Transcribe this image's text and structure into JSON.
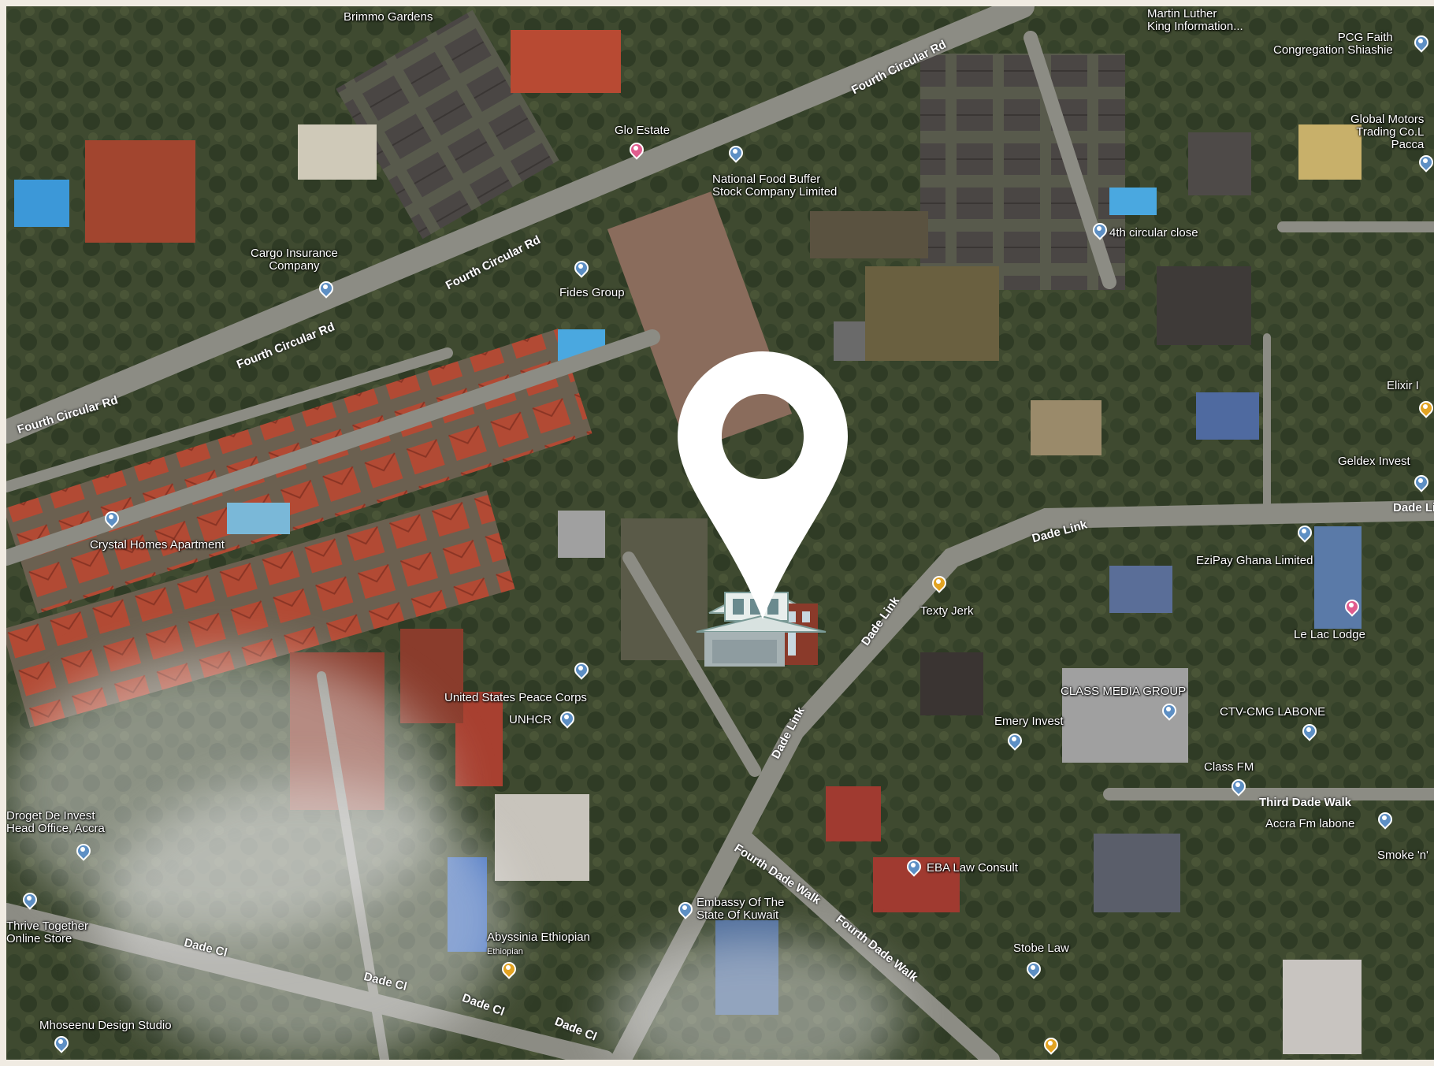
{
  "map": {
    "type": "satellite",
    "marker_icon": "map-pin-icon",
    "property_icon": "house-icon"
  },
  "roads": [
    {
      "id": "fourth-circular-1",
      "label": "Fourth Circular Rd"
    },
    {
      "id": "fourth-circular-2",
      "label": "Fourth Circular Rd"
    },
    {
      "id": "fourth-circular-3",
      "label": "Fourth Circular Rd"
    },
    {
      "id": "fourth-circular-4",
      "label": "Fourth Circular Rd"
    },
    {
      "id": "dade-link-1",
      "label": "Dade Link"
    },
    {
      "id": "dade-link-2",
      "label": "Dade Link"
    },
    {
      "id": "dade-link-3",
      "label": "Dade Link"
    },
    {
      "id": "dade-link-4",
      "label": "Dade Li"
    },
    {
      "id": "dade-cl-1",
      "label": "Dade Cl"
    },
    {
      "id": "dade-cl-2",
      "label": "Dade Cl"
    },
    {
      "id": "dade-cl-3",
      "label": "Dade Cl"
    },
    {
      "id": "dade-cl-4",
      "label": "Dade Cl"
    },
    {
      "id": "fourth-dade-walk-1",
      "label": "Fourth Dade Walk"
    },
    {
      "id": "fourth-dade-walk-2",
      "label": "Fourth Dade Walk"
    },
    {
      "id": "third-dade-walk",
      "label": "Third Dade Walk"
    }
  ],
  "places": [
    {
      "id": "brimmo",
      "label": "Brimmo Gardens",
      "pin": ""
    },
    {
      "id": "martin-luther",
      "label": "Martin Luther\nKing Information...",
      "pin": ""
    },
    {
      "id": "pcg-faith",
      "label": "PCG Faith\nCongregation Shiashie",
      "pin": "blue"
    },
    {
      "id": "global-motors",
      "label": "Global Motors\nTrading Co.L\nPacca",
      "pin": "blue"
    },
    {
      "id": "glo-estate",
      "label": "Glo Estate",
      "pin": "pink"
    },
    {
      "id": "national-food",
      "label": "National Food Buffer\nStock Company Limited",
      "pin": "blue"
    },
    {
      "id": "cargo-insurance",
      "label": "Cargo Insurance\nCompany",
      "pin": "blue"
    },
    {
      "id": "fides-group",
      "label": "Fides Group",
      "pin": "blue"
    },
    {
      "id": "4th-circular-close",
      "label": "4th circular close",
      "pin": "blue"
    },
    {
      "id": "elixir",
      "label": "Elixir I",
      "pin": "yellow"
    },
    {
      "id": "geldex",
      "label": "Geldex Invest",
      "pin": "blue"
    },
    {
      "id": "crystal-homes",
      "label": "Crystal Homes Apartment",
      "pin": "blue"
    },
    {
      "id": "ezipay",
      "label": "EziPay Ghana Limited",
      "pin": "blue"
    },
    {
      "id": "texty-jerk",
      "label": "Texty Jerk",
      "pin": "yellow"
    },
    {
      "id": "le-lac",
      "label": "Le Lac Lodge",
      "pin": "pink"
    },
    {
      "id": "us-peace-corps",
      "label": "United States Peace Corps",
      "pin": "blue"
    },
    {
      "id": "unhcr",
      "label": "UNHCR",
      "pin": "blue"
    },
    {
      "id": "class-media",
      "label": "CLASS MEDIA GROUP",
      "pin": "blue"
    },
    {
      "id": "ctv-cmg",
      "label": "CTV-CMG LABONE",
      "pin": "blue"
    },
    {
      "id": "emery-invest",
      "label": "Emery Invest",
      "pin": "blue"
    },
    {
      "id": "class-fm",
      "label": "Class FM",
      "pin": "blue"
    },
    {
      "id": "accra-fm",
      "label": "Accra Fm labone",
      "pin": "blue"
    },
    {
      "id": "smoke-n",
      "label": "Smoke 'n'",
      "pin": ""
    },
    {
      "id": "eba-law",
      "label": "EBA Law Consult",
      "pin": "blue"
    },
    {
      "id": "stobe-law",
      "label": "Stobe Law",
      "pin": "blue"
    },
    {
      "id": "kuwait-embassy",
      "label": "Embassy Of The\nState Of Kuwait",
      "pin": "blue"
    },
    {
      "id": "abyssinia",
      "label": "Abyssinia Ethiopian",
      "pin": "yellow"
    },
    {
      "id": "abyssinia-sub",
      "label": "Ethiopian",
      "pin": ""
    },
    {
      "id": "droget",
      "label": "Droget De Invest\nHead Office, Accra",
      "pin": "blue"
    },
    {
      "id": "thrive",
      "label": "Thrive Together\nOnline Store",
      "pin": "blue"
    },
    {
      "id": "mhoseenu",
      "label": "Mhoseenu Design Studio",
      "pin": "blue"
    }
  ],
  "colors": {
    "blue_pin": "#5d8fc4",
    "pink_pin": "#e05c8e",
    "yellow_pin": "#e2a322",
    "frame": "#f0ebe2",
    "marker": "#ffffff"
  }
}
